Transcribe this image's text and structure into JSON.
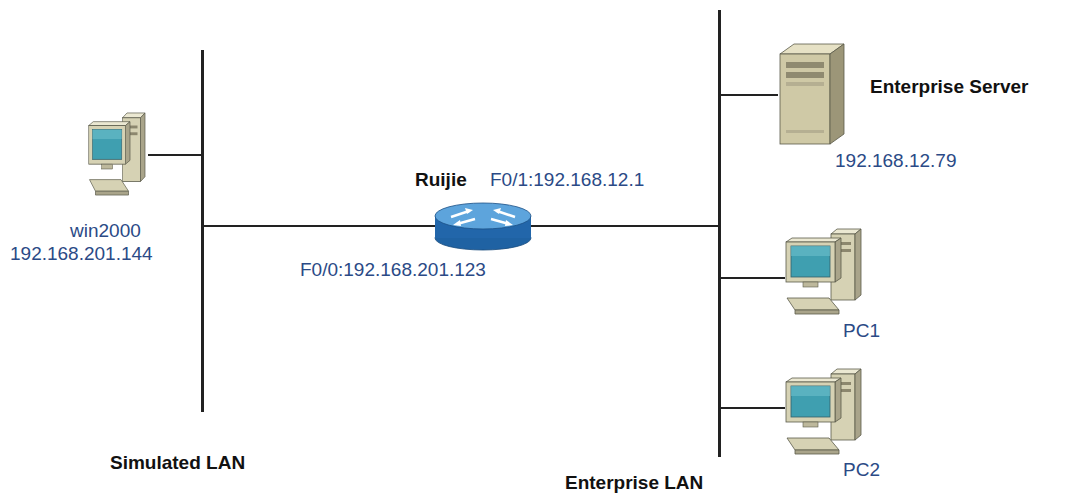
{
  "diagram": {
    "nodes": [
      {
        "text": [
          "win2000",
          "192.168.201.144"
        ]
      },
      {
        "text": [
          "Simulated LAN"
        ]
      },
      {
        "text": [
          "Ruijie",
          "F0/1:192.168.12.1",
          "F0/0:192.168.201.123"
        ]
      },
      {
        "text": [
          "Enterprise LAN"
        ]
      },
      {
        "text": [
          "Enterprise Server",
          "192.168.12.79"
        ]
      },
      {
        "text": [
          "PC1"
        ]
      },
      {
        "text": [
          "PC2"
        ]
      }
    ],
    "edges": [
      {
        "from": 0,
        "to": 1,
        "arrow": "none"
      },
      {
        "from": 1,
        "to": 2,
        "arrow": "none"
      },
      {
        "from": 2,
        "to": 3,
        "arrow": "none"
      },
      {
        "from": 3,
        "to": 4,
        "arrow": "none"
      },
      {
        "from": 3,
        "to": 5,
        "arrow": "none"
      },
      {
        "from": 3,
        "to": 6,
        "arrow": "none"
      }
    ]
  }
}
